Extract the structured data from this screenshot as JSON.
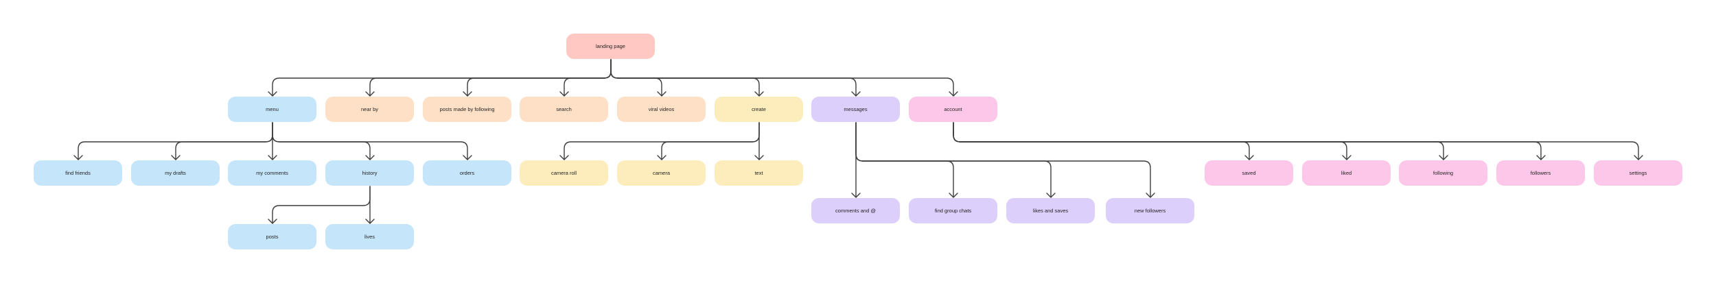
{
  "colors": {
    "root": "#ffc8c3",
    "blue": "#c5e5fb",
    "peach": "#fde0c5",
    "yellow": "#fdedbd",
    "purple": "#ddcffb",
    "pink": "#fdc7ea",
    "edge": "#3c3c3c"
  },
  "diagram": {
    "nodes": {
      "landing": "landing page",
      "menu": "menu",
      "near_by": "near by",
      "posts_following": "posts made by following",
      "search": "search",
      "viral_videos": "viral videos",
      "create": "create",
      "messages": "messages",
      "account": "account",
      "find_friends": "find friends",
      "my_drafts": "my drafts",
      "my_comments": "my comments",
      "history": "history",
      "orders": "orders",
      "camera_roll": "camera roll",
      "camera": "camera",
      "text": "text",
      "comments_at": "comments and @",
      "find_group_chats": "find group chats",
      "likes_saves": "likes and saves",
      "new_followers": "new followers",
      "saved": "saved",
      "liked": "liked",
      "following": "following",
      "followers": "followers",
      "settings": "settings",
      "posts": "posts",
      "lives": "lives"
    }
  }
}
